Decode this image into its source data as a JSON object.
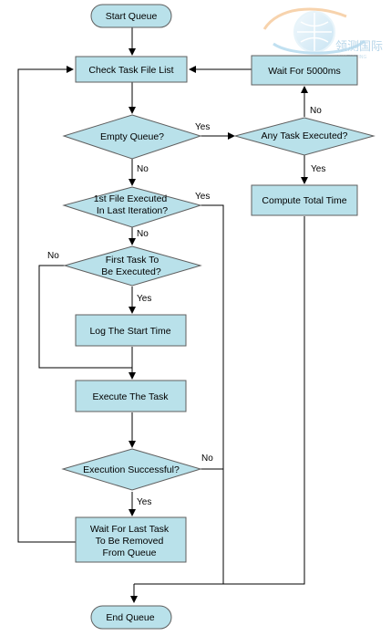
{
  "diagram": {
    "nodes": {
      "start_queue": "Start Queue",
      "check_task_file_list": "Check Task File List",
      "wait_5000ms": "Wait For 5000ms",
      "empty_queue": "Empty Queue?",
      "any_task_executed": "Any Task Executed?",
      "first_file_line1": "1st File Executed",
      "first_file_line2": "In Last Iteration?",
      "compute_total_time": "Compute Total Time",
      "first_task_line1": "First Task To",
      "first_task_line2": "Be Executed?",
      "log_start_time": "Log The Start Time",
      "execute_task": "Execute The Task",
      "execution_successful": "Execution Successful?",
      "wait_last_line1": "Wait For Last Task",
      "wait_last_line2": "To Be Removed",
      "wait_last_line3": "From Queue",
      "end_queue": "End Queue"
    },
    "edges": {
      "empty_yes": "Yes",
      "empty_no": "No",
      "any_no": "No",
      "any_yes": "Yes",
      "first_file_yes": "Yes",
      "first_file_no": "No",
      "first_task_no": "No",
      "first_task_yes": "Yes",
      "exec_no": "No",
      "exec_yes": "Yes"
    },
    "colors": {
      "fill": "#b9e1ea",
      "stroke": "#5f5f5f",
      "line": "#000000"
    }
  },
  "watermark": {
    "text": "领测国际",
    "subtext": "LINKTESTING"
  }
}
